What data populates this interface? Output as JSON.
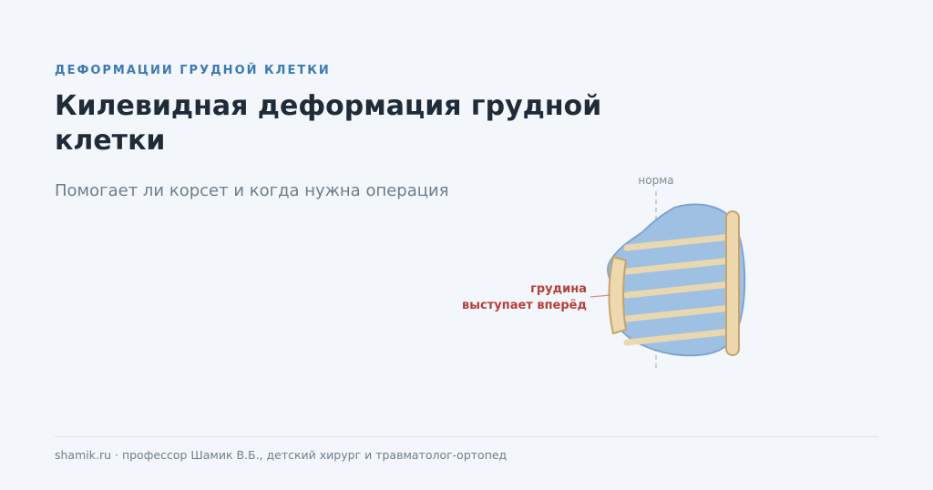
{
  "header": {
    "eyebrow": "ДЕФОРМАЦИИ ГРУДНОЙ КЛЕТКИ",
    "title_lines": [
      "Килевидная деформация грудной",
      "клетки"
    ],
    "subtitle": "Помогает ли корсет и когда нужна операция"
  },
  "diagram": {
    "norm_label": "норма",
    "sternum_label_lines": [
      "грудина",
      "выступает вперёд"
    ],
    "colors": {
      "chest": "#9ec0e2",
      "chest_stroke": "#7fa5cf",
      "bone": "#eed9ae",
      "bone_stroke": "#c6a46e",
      "label": "#b5403a",
      "norm_line": "#b9c6d3"
    }
  },
  "footer": {
    "text": "shamik.ru · профессор Шамик В.Б., детский хирург и травматолог-ортопед"
  }
}
